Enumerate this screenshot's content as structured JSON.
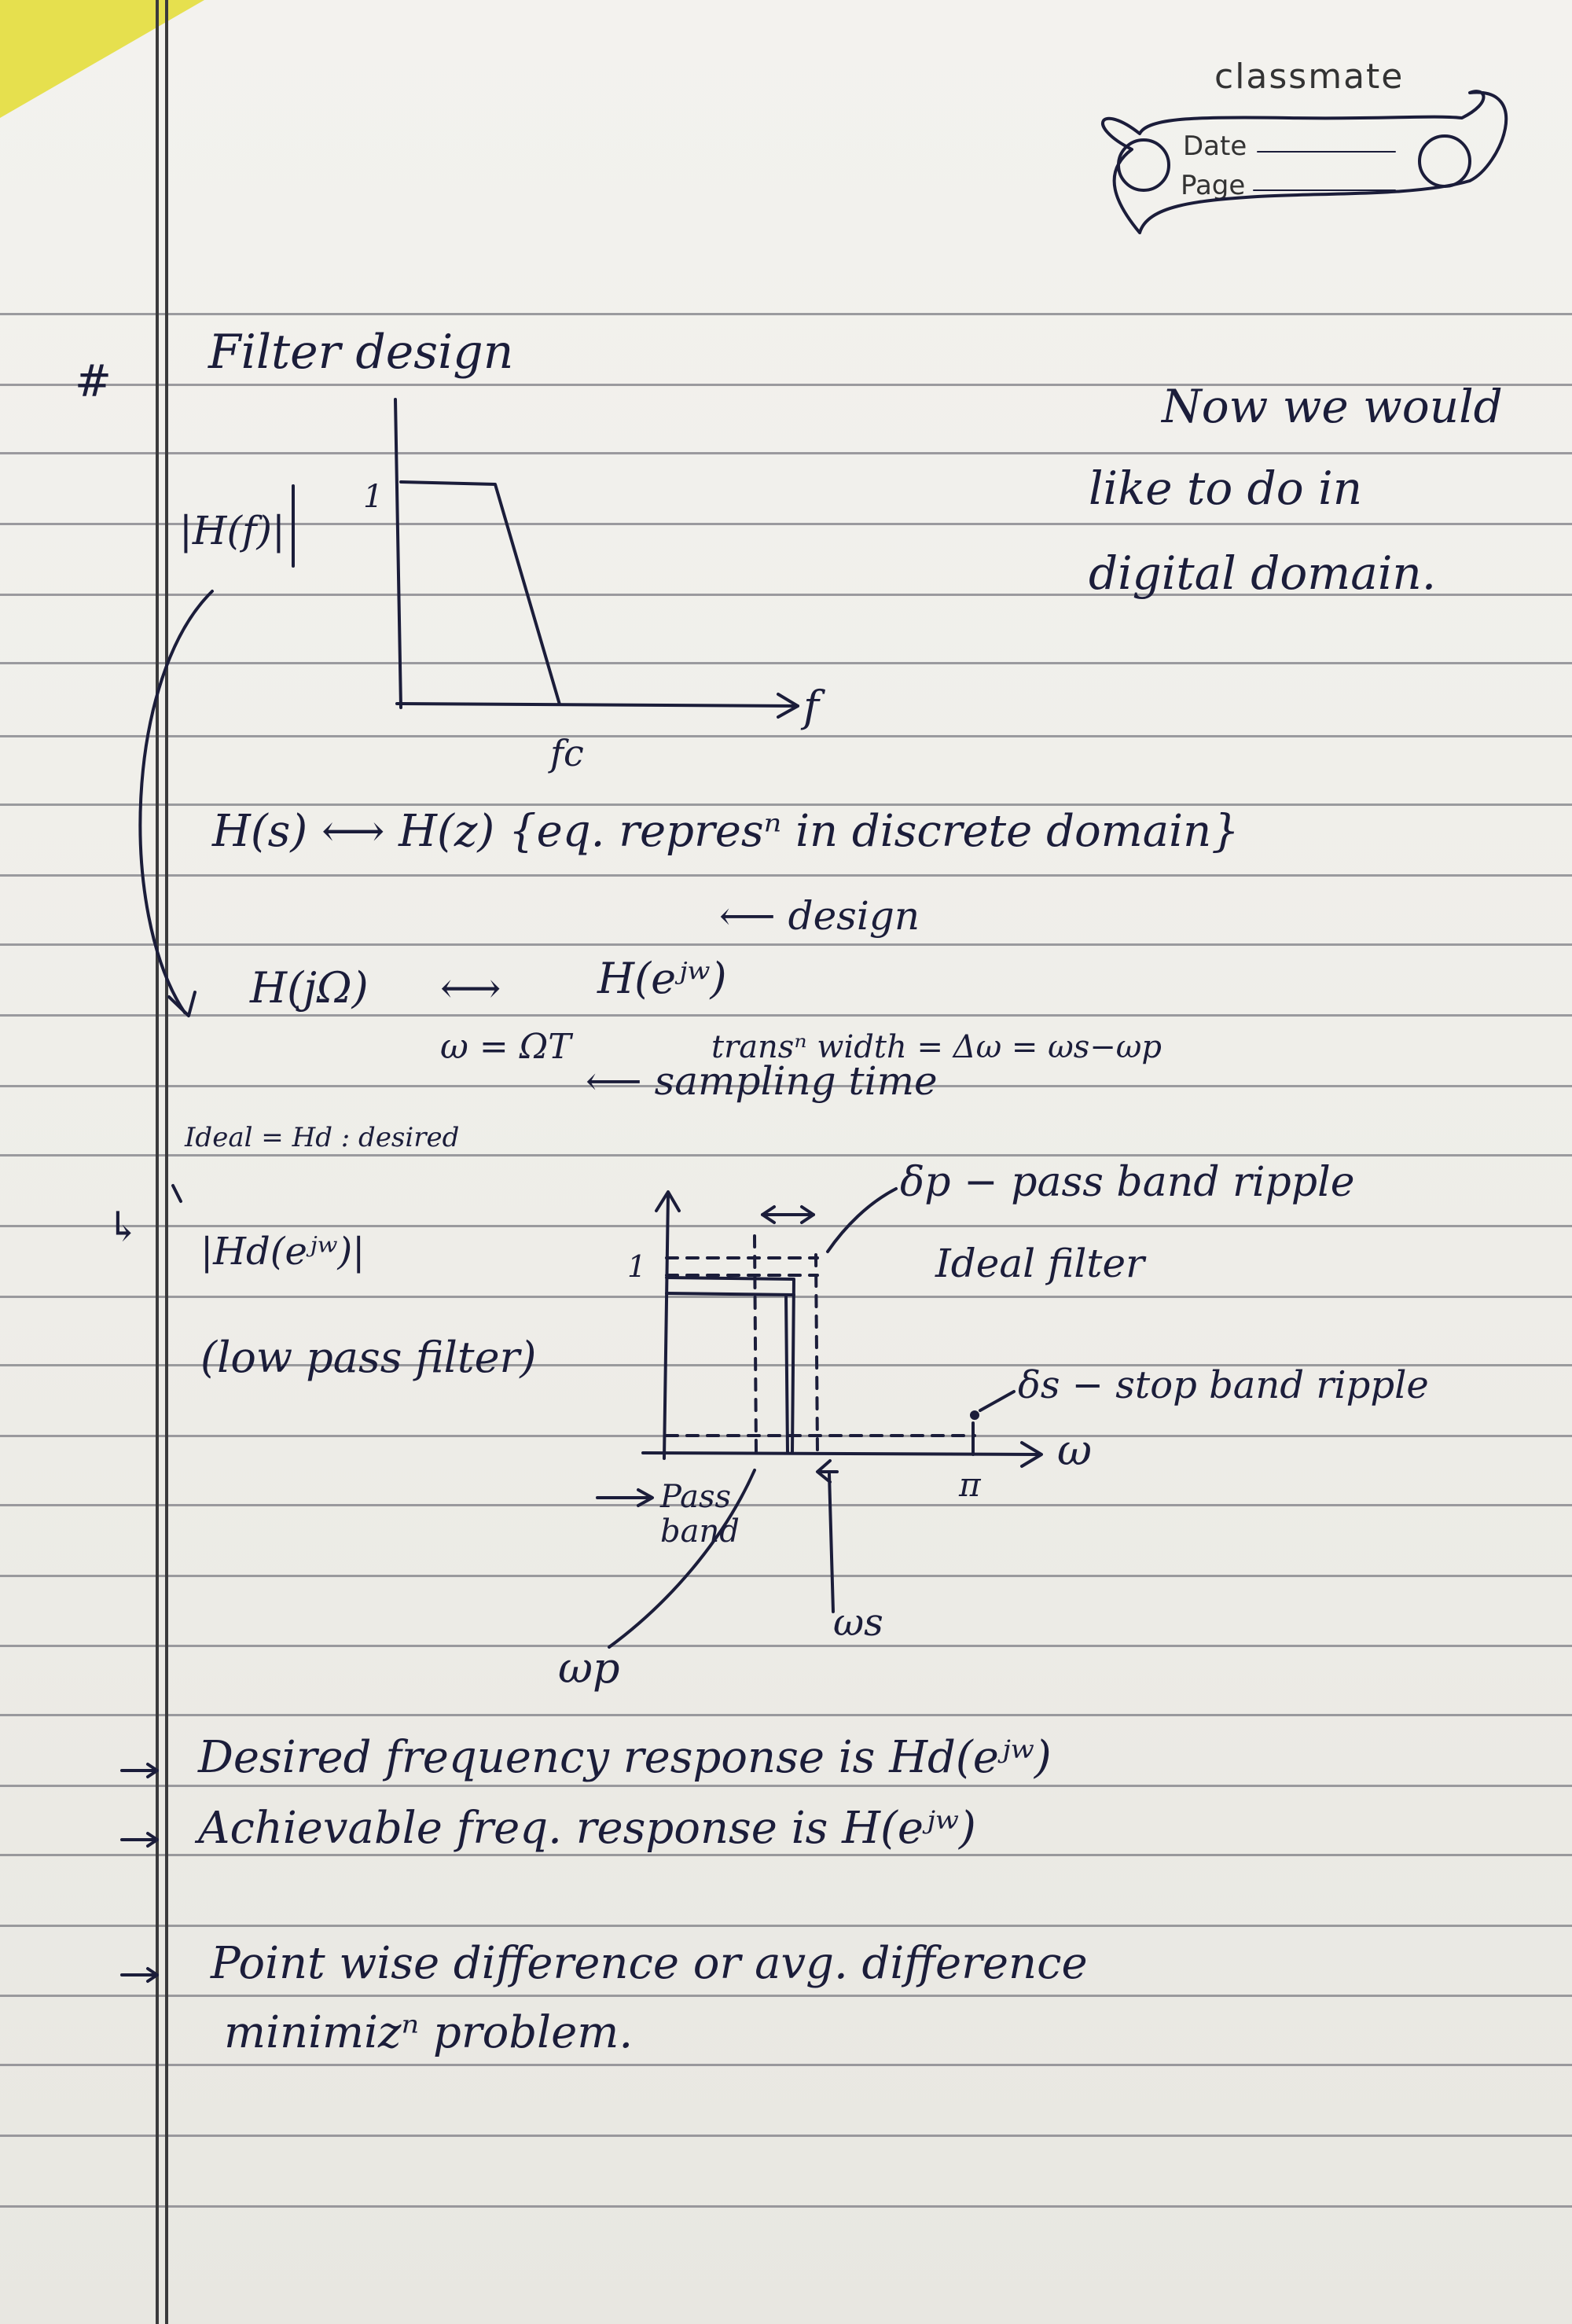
{
  "header": {
    "brand": "classmate",
    "date_label": "Date",
    "page_label": "Page"
  },
  "notes": {
    "hash_mark": "#",
    "title": "Filter design",
    "right_note": [
      "Now we would",
      "like to do in",
      "digital domain."
    ],
    "graph1": {
      "ylabel": "|H(f)|",
      "y_tick": "1",
      "x_label": "f",
      "fc_label": "fc"
    },
    "eq1": "H(s) ⟷ H(z)  {eq. represⁿ in discrete domain}",
    "design_label": "⟵ design",
    "eq2_left": "H(jΩ)",
    "eq2_arrow": "⟷",
    "eq2_right": "H(eʲʷ)",
    "omega_eq": "ω = ΩT",
    "sampling_note": "⟵ sampling time",
    "trans_width": "transⁿ width = Δω = ωs−ωp",
    "bullet_arrow": "↳",
    "ideal_note": "Ideal = Hd : desired",
    "hd_label": "|Hd(eʲʷ)|",
    "low_pass": "(low pass filter)",
    "pass_ripple": "δp − pass band ripple",
    "ideal_filter": "Ideal filter",
    "stop_ripple": "δs − stop band ripple",
    "graph2": {
      "y_tick": "1",
      "omega_axis": "ω",
      "pi_label": "π",
      "pass_band": "Pass band",
      "ws_label": "ωs",
      "wp_label": "ωp"
    },
    "bullets": [
      "Desired frequency response is Hd(eʲʷ)",
      "Achievable freq. response is H(eʲʷ)",
      "Point wise difference or avg. difference"
    ],
    "bullet_cont": "minimizⁿ problem."
  },
  "colors": {
    "ink": "#1b1d3a",
    "ruling": "#7d7d84",
    "margin": "#3a3a3c",
    "highlighter": "#e6e04e"
  }
}
